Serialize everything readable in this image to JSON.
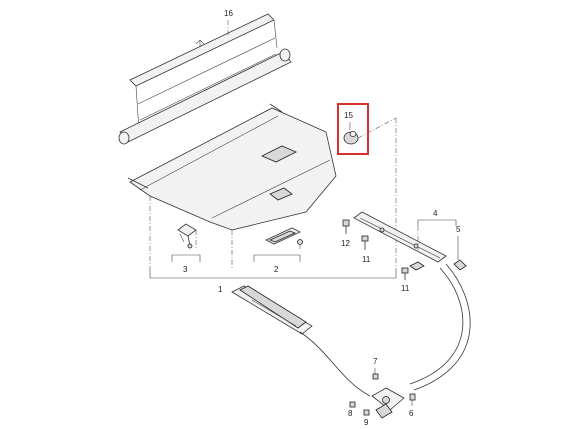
{
  "callouts": {
    "c16": "16",
    "c15": "15",
    "c4": "4",
    "c12": "12",
    "c11a": "11",
    "c11b": "11",
    "c5": "5",
    "c3": "3",
    "c2": "2",
    "c1": "1",
    "c7": "7",
    "c8": "8",
    "c9": "9",
    "c6": "6"
  },
  "highlight": {
    "target_callout": "15",
    "color": "#d9302b"
  }
}
